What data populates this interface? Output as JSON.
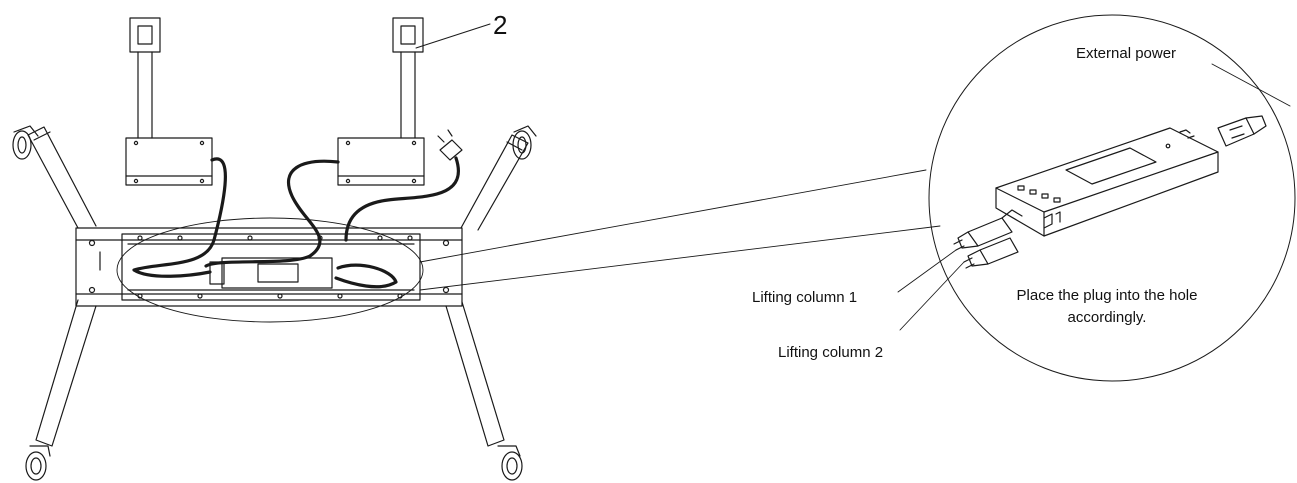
{
  "labels": {
    "part_number": "2",
    "external_power": "External power",
    "lifting_column_1": "Lifting column 1",
    "lifting_column_2": "Lifting column 2",
    "instruction": "Place the plug into the hole accordingly."
  },
  "colors": {
    "stroke": "#1a1a1a",
    "background": "#ffffff"
  }
}
